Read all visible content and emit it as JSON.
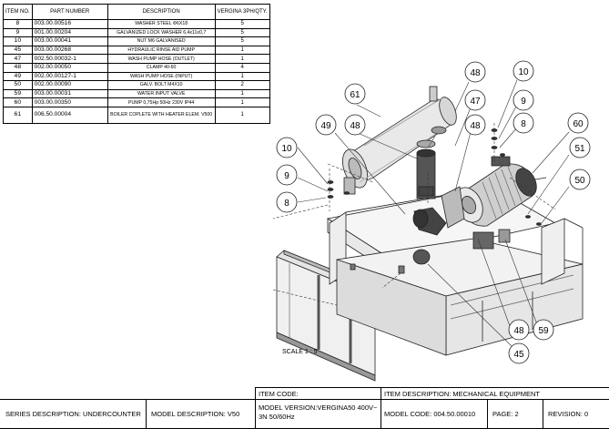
{
  "parts_table": {
    "headers": {
      "item": "ITEM NO.",
      "part_number": "PART NUMBER",
      "description": "DESCRIPTION",
      "qty": "VERGINA 3PH/QTY."
    },
    "rows": [
      {
        "item": "8",
        "part_number": "003.00.00516",
        "description": "WASHER STEEL Φ6X18",
        "qty": "5"
      },
      {
        "item": "9",
        "part_number": "001.00.00204",
        "description": "GALVANIZED LOCK WASHER 6,4x11x0,7",
        "qty": "5"
      },
      {
        "item": "10",
        "part_number": "003.00.00041",
        "description": "NUT M6 GALVANISED",
        "qty": "5"
      },
      {
        "item": "45",
        "part_number": "003.00.00268",
        "description": "HYDRAULIC RINSE AID PUMP",
        "qty": "1"
      },
      {
        "item": "47",
        "part_number": "002.50.00032-1",
        "description": "WASH PUMP HOSE (OUTLET)",
        "qty": "1"
      },
      {
        "item": "48",
        "part_number": "002.00.00050",
        "description": "CLAMP 40-60",
        "qty": "4"
      },
      {
        "item": "49",
        "part_number": "002.00.00127-1",
        "description": "WASH PUMP HOSE (INPUT)",
        "qty": "1"
      },
      {
        "item": "50",
        "part_number": "002.00.00090",
        "description": "GALV. BOLT M4X10",
        "qty": "2"
      },
      {
        "item": "59",
        "part_number": "003.00.00031",
        "description": "WATER INPUT VALVE",
        "qty": "1"
      },
      {
        "item": "60",
        "part_number": "003.00.00350",
        "description": "PUMP 0,75Hp 50Hz 230V IP44",
        "qty": "1"
      },
      {
        "item": "61",
        "part_number": "006.50.00004",
        "description": "BOILER COPLETE WITH HEATER ELEM. V500",
        "qty": "1"
      }
    ]
  },
  "callouts": {
    "c48a": "48",
    "c10a": "10",
    "c61": "61",
    "c9a": "9",
    "c47": "47",
    "c49": "49",
    "c48b": "48",
    "c48c": "48",
    "c8a": "8",
    "c60": "60",
    "c10b": "10",
    "c51": "51",
    "c9b": "9",
    "c50": "50",
    "c8b": "8",
    "c48d": "48",
    "c59": "59",
    "c45": "45"
  },
  "scale": "SCALE 1 : 5",
  "title_block": {
    "item_code": "ITEM CODE:",
    "item_description": "ITEM DESCRIPTION: MECHANICAL EQUIPMENT",
    "series_description": "SERIES DESCRIPTION: UNDERCOUNTER",
    "model_description": "MODEL DESCRIPTION: V50",
    "model_version_line1": "MODEL VERSION:VERGINA50 400V~",
    "model_version_line2": "3N 50/60Hz",
    "model_code": "MODEL CODE: 004.50.00010",
    "page": "PAGE: 2",
    "revision": "REVISION: 0"
  }
}
